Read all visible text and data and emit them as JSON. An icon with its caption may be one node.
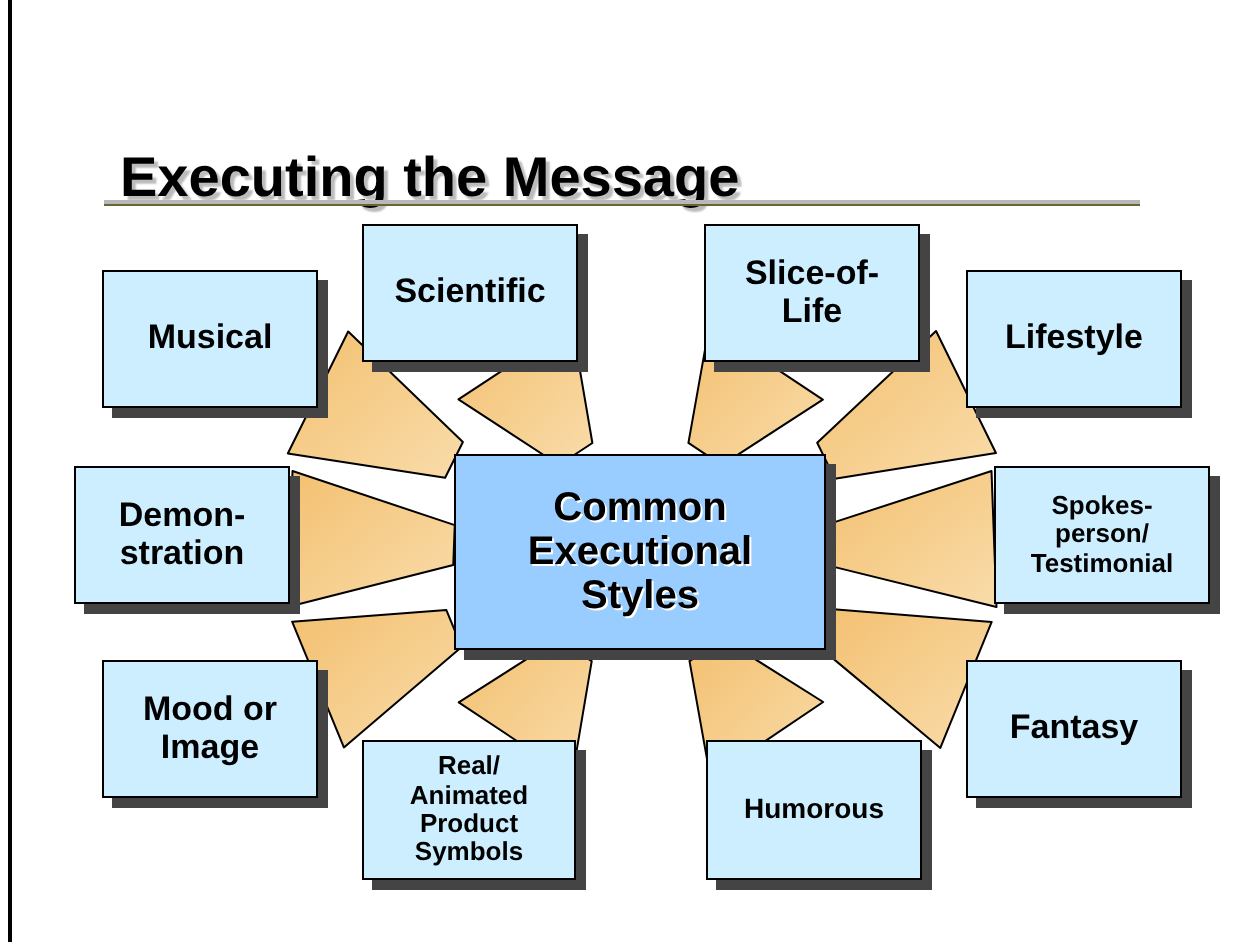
{
  "diagram": {
    "title": "Executing the Message",
    "nodes": [
      {
        "text": [
          "Scientific"
        ]
      },
      {
        "text": [
          "Slice-of-Life"
        ]
      },
      {
        "text": [
          "Musical"
        ]
      },
      {
        "text": [
          "Lifestyle"
        ]
      },
      {
        "text": [
          "Common Executional Styles"
        ]
      },
      {
        "text": [
          "Demon-stration"
        ]
      },
      {
        "text": [
          "Spokes-person/ Testimonial"
        ]
      },
      {
        "text": [
          "Mood or Image"
        ]
      },
      {
        "text": [
          "Fantasy"
        ]
      },
      {
        "text": [
          "Real/ Animated Product Symbols"
        ]
      },
      {
        "text": [
          "Humorous"
        ]
      }
    ],
    "edges": [
      {
        "from": 4,
        "to": 0,
        "arrow": "none"
      },
      {
        "from": 4,
        "to": 1,
        "arrow": "none"
      },
      {
        "from": 4,
        "to": 2,
        "arrow": "none"
      },
      {
        "from": 4,
        "to": 3,
        "arrow": "none"
      },
      {
        "from": 4,
        "to": 5,
        "arrow": "none"
      },
      {
        "from": 4,
        "to": 6,
        "arrow": "none"
      },
      {
        "from": 4,
        "to": 7,
        "arrow": "none"
      },
      {
        "from": 4,
        "to": 8,
        "arrow": "none"
      },
      {
        "from": 4,
        "to": 9,
        "arrow": "none"
      },
      {
        "from": 4,
        "to": 10,
        "arrow": "none"
      }
    ]
  }
}
